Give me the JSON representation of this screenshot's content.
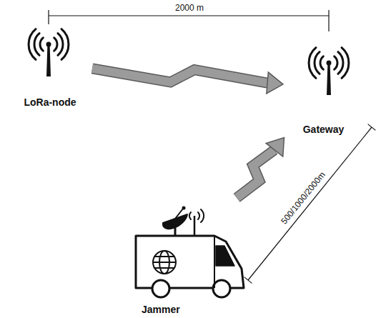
{
  "diagram": {
    "nodes": [
      {
        "text": [
          "LoRa-node"
        ]
      },
      {
        "text": [
          "Gateway"
        ]
      },
      {
        "text": [
          "Jammer"
        ]
      }
    ],
    "edges": [
      {
        "from": 0,
        "to": 1,
        "arrow": "to"
      },
      {
        "from": 2,
        "to": 1,
        "arrow": "to"
      }
    ],
    "labels": [
      "2000 m",
      "500/1000/2000m"
    ]
  }
}
